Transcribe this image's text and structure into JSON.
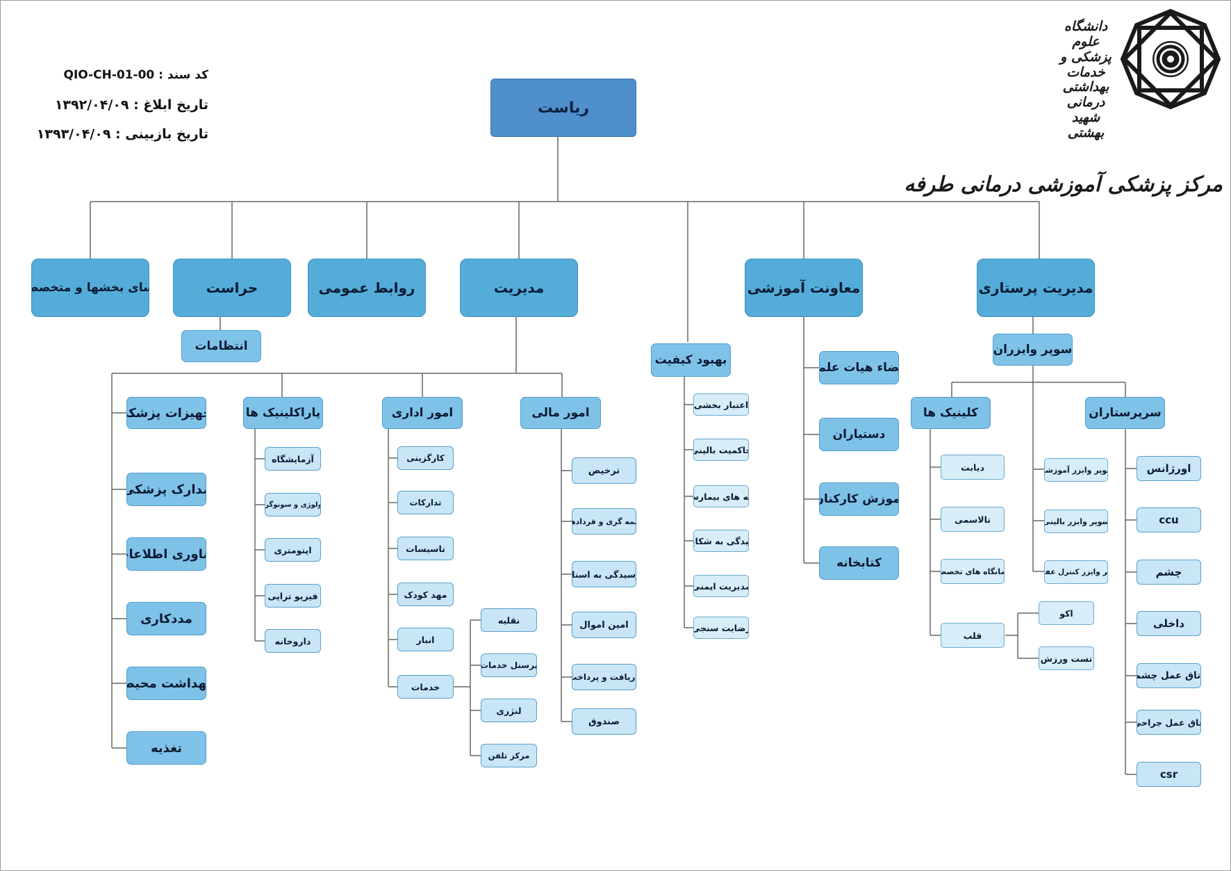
{
  "header": {
    "doc_code": "کد سند : QIO-CH-01-00",
    "issue_date": "تاریخ ابلاغ : ۱۳۹۲/۰۴/۰۹",
    "review_date": "تاریخ بازبینی : ۱۳۹۳/۰۴/۰۹"
  },
  "branding": {
    "university": "دانشگاه علوم پزشکی و خدمات بهداشتی درمانی شهید بهشتی",
    "center": "مرکز پزشکی آموزشی درمانی طرفه"
  },
  "root": "ریاست",
  "l1": {
    "nursing": "مدیریت پرستاری",
    "education": "معاونت آموزشی",
    "management": "مدیریت",
    "pr": "روابط عمومی",
    "security": "حراست",
    "heads": "روسای بخشها و متخصصین"
  },
  "quality": {
    "title": "بهبود کیفیت",
    "items": [
      "اعتبار بخشی",
      "حاکمیت بالینی",
      "کمیته های بیمارستان",
      "رسیدگی به شکایات",
      "مدیریت ایمنی",
      "رضایت سنجی"
    ]
  },
  "education": {
    "items": [
      "اعضاء هیات علمی",
      "دستیاران",
      "اموزش کارکنان",
      "کتابخانه"
    ]
  },
  "security": {
    "child": "انتظامات"
  },
  "supervisors": {
    "title": "سوپر وایزران",
    "items": [
      "سوپر وایزر آموزشی",
      "سوپر وایزر بالینی",
      "سوپر وایزر کنترل عفونت"
    ]
  },
  "head_nurses": {
    "title": "سرپرستاران",
    "items": [
      "اورژانس",
      "ccu",
      "چشم",
      "داخلی",
      "اتاق عمل چشم",
      "اتاق عمل جراحی",
      "csr"
    ]
  },
  "clinics": {
    "title": "کلینیک ها",
    "items": [
      "دیابت",
      "تالاسمی",
      "درمانگاه های تخصصی",
      "قلب"
    ],
    "heart_children": [
      "اکو",
      "تست ورزش"
    ]
  },
  "finance": {
    "title": "امور مالی",
    "items": [
      "ترخیص",
      "بیمه گری و قردادها",
      "رسیدگی به اسناد",
      "امین اموال",
      "دریافت و پرداخت",
      "صندوق"
    ]
  },
  "admin": {
    "title": "امور اداری",
    "items": [
      "کارگزینی",
      "تدارکات",
      "تاسیسات",
      "مهد کودک",
      "انبار",
      "خدمات"
    ],
    "services_children": [
      "نقلیه",
      "پرسنل خدمات",
      "لنژری",
      "مرکز تلفن"
    ]
  },
  "paraclinic": {
    "title": "پاراکلینیک ها",
    "items": [
      "آزمایشگاه",
      "رادیولوژی و سونوگرافی",
      "اپتومتری",
      "فیزیو تراپی",
      "داروخانه"
    ]
  },
  "other_units": {
    "items": [
      "تجهیزات پزشکی",
      "مدارک پزشکی",
      "فناوری اطلاعات",
      "مددکاری",
      "بهداشت محیط",
      "تغذیه"
    ]
  }
}
